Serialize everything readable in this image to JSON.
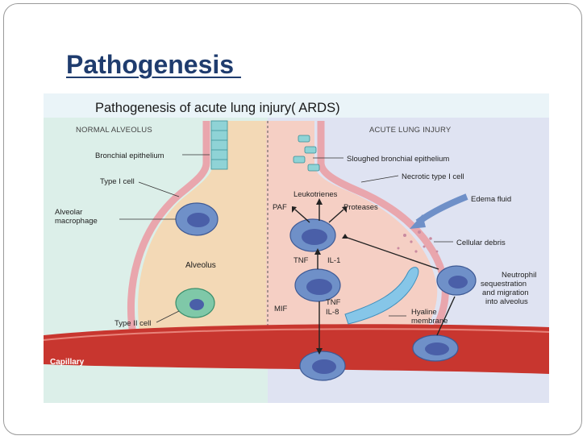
{
  "slide": {
    "title": "Pathogenesis "
  },
  "figure": {
    "title": "Pathogenesis of acute lung injury( ARDS)",
    "left_section": "NORMAL ALVEOLUS",
    "right_section": "ACUTE LUNG INJURY",
    "left_labels": {
      "bronchial_epithelium": "Bronchial epithelium",
      "type1": "Type I cell",
      "macrophage_1": "Alveolar",
      "macrophage_2": "macrophage",
      "alveolus": "Alveolus",
      "type2": "Type II cell",
      "capillary": "Capillary"
    },
    "right_labels": {
      "sloughed": "Sloughed bronchial epithelium",
      "necrotic": "Necrotic type I cell",
      "edema": "Edema fluid",
      "debris": "Cellular debris",
      "neutrophil_1": "Neutrophil",
      "neutrophil_2": "sequestration",
      "neutrophil_3": "and migration",
      "neutrophil_4": "into alveolus",
      "hyaline_1": "Hyaline",
      "hyaline_2": "membrane"
    },
    "mediators": {
      "leukotrienes": "Leukotrienes",
      "paf": "PAF",
      "proteases": "Proteases",
      "tnf_top": "TNF",
      "il1": "IL-1",
      "mif": "MIF",
      "tnf_bottom": "TNF",
      "il8": "IL-8"
    },
    "colors": {
      "left_bg": "#dcefe9",
      "right_bg": "#dfe3f2",
      "alveolus_fill": "#f3d9b6",
      "alveolus_right_fill": "#f5cfc4",
      "wall": "#e9a6ad",
      "capillary": "#c8362f",
      "cell_outer": "#6f90c8",
      "cell_nucleus": "#4a5fa8",
      "title_blue": "#1f3c6e",
      "bronchial_teal": "#8fd3d6"
    }
  }
}
